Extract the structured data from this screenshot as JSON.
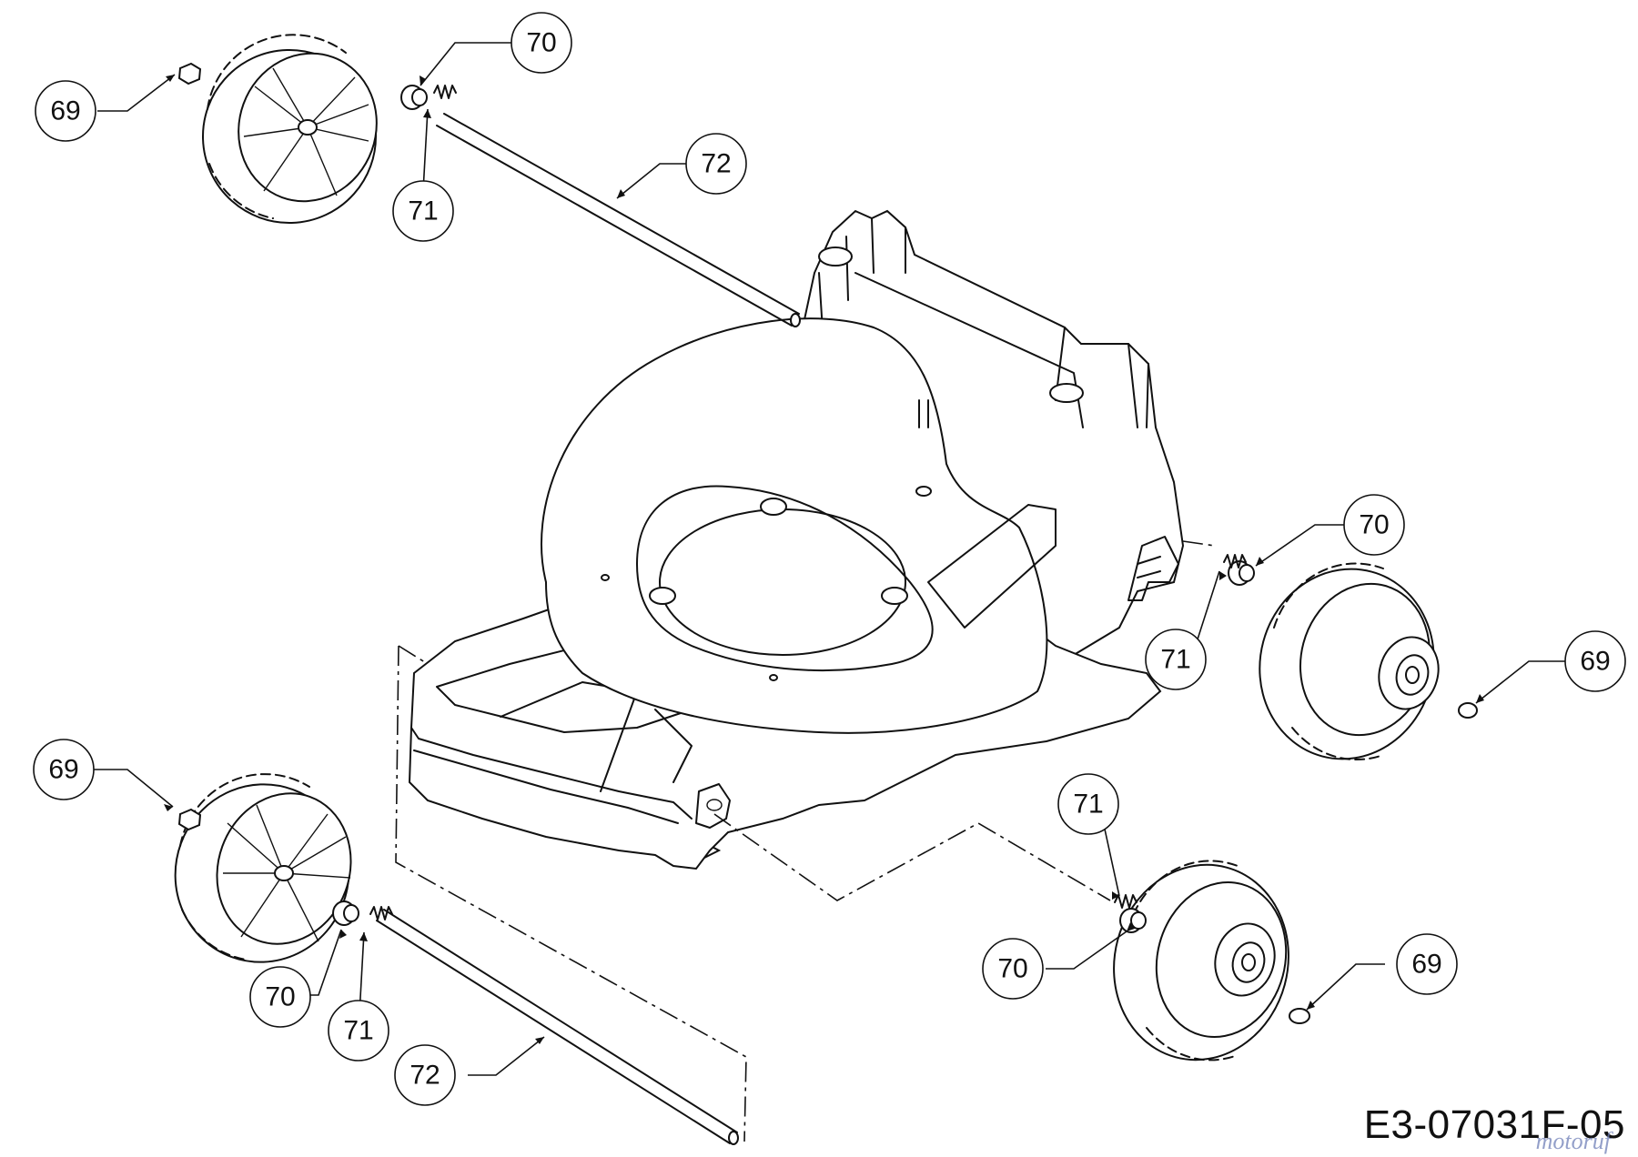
{
  "diagram": {
    "callouts": [
      {
        "id": "c69-top-left",
        "label": "69"
      },
      {
        "id": "c70-top",
        "label": "70"
      },
      {
        "id": "c71-top",
        "label": "71"
      },
      {
        "id": "c72-top",
        "label": "72"
      },
      {
        "id": "c70-right",
        "label": "70"
      },
      {
        "id": "c71-right",
        "label": "71"
      },
      {
        "id": "c69-right",
        "label": "69"
      },
      {
        "id": "c69-bottom-left",
        "label": "69"
      },
      {
        "id": "c70-bottom-left",
        "label": "70"
      },
      {
        "id": "c71-bottom-left",
        "label": "71"
      },
      {
        "id": "c72-bottom",
        "label": "72"
      },
      {
        "id": "c71-bottom-right",
        "label": "71"
      },
      {
        "id": "c70-bottom-right",
        "label": "70"
      },
      {
        "id": "c69-bottom-right",
        "label": "69"
      }
    ],
    "drawing_code": "E3-07031F-05",
    "watermark": "motoruf"
  }
}
